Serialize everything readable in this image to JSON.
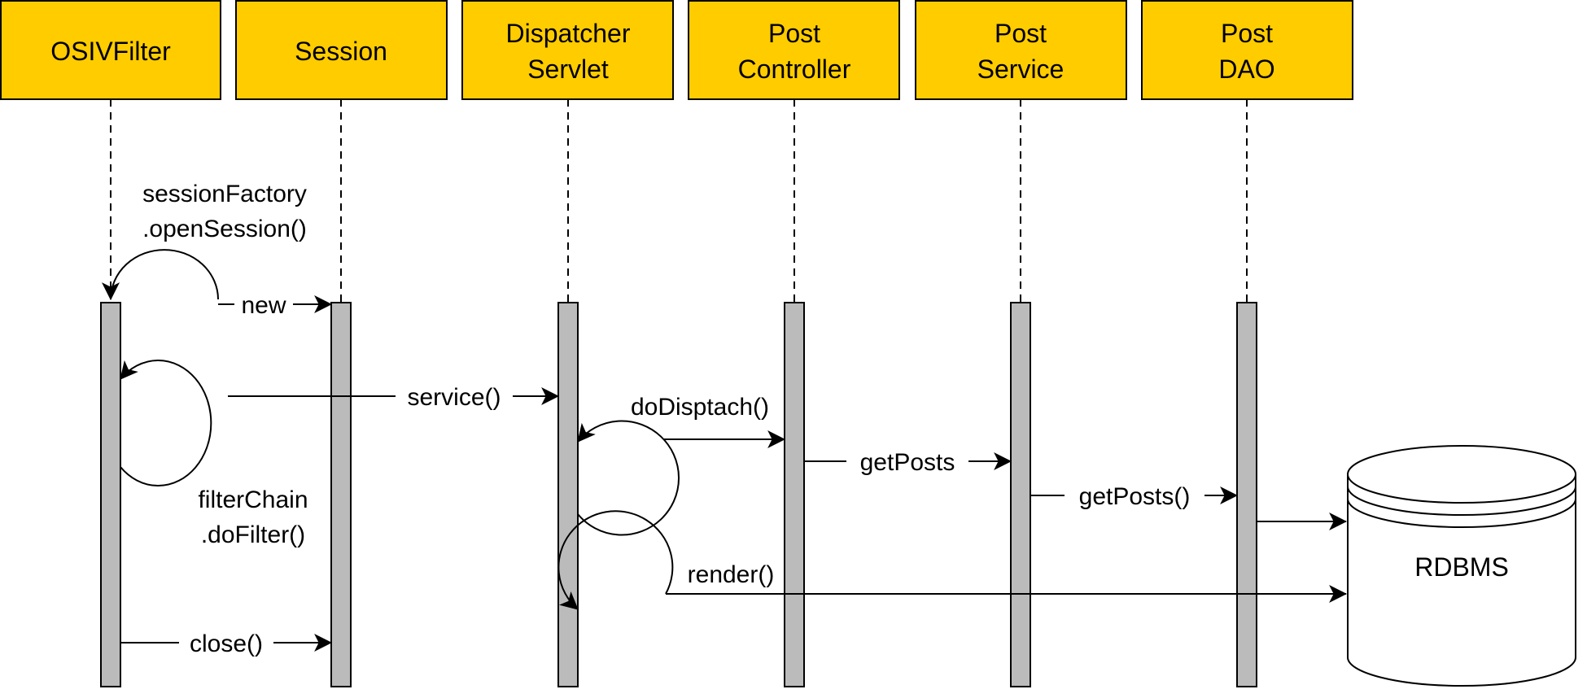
{
  "colors": {
    "participant_fill": "#FFCC00",
    "activation_fill": "#BBBBBB",
    "stroke": "#000000",
    "label_background": "#FFFFFF"
  },
  "participants": [
    {
      "id": "osiv",
      "lines": [
        "OSIVFilter"
      ]
    },
    {
      "id": "session",
      "lines": [
        "Session"
      ]
    },
    {
      "id": "dispatcher",
      "lines": [
        "Dispatcher",
        "Servlet"
      ]
    },
    {
      "id": "controller",
      "lines": [
        "Post",
        "Controller"
      ]
    },
    {
      "id": "service",
      "lines": [
        "Post",
        "Service"
      ]
    },
    {
      "id": "dao",
      "lines": [
        "Post",
        "DAO"
      ]
    }
  ],
  "database": {
    "label": "RDBMS"
  },
  "messages": {
    "open_session": [
      "sessionFactory",
      ".openSession()"
    ],
    "new_session": "new",
    "service_call": "service()",
    "filter_chain": [
      "filterChain",
      ".doFilter()"
    ],
    "do_dispatch": "doDisptach()",
    "controller_get_posts": "getPosts",
    "service_get_posts": "getPosts()",
    "render": "render()",
    "close": "close()"
  }
}
